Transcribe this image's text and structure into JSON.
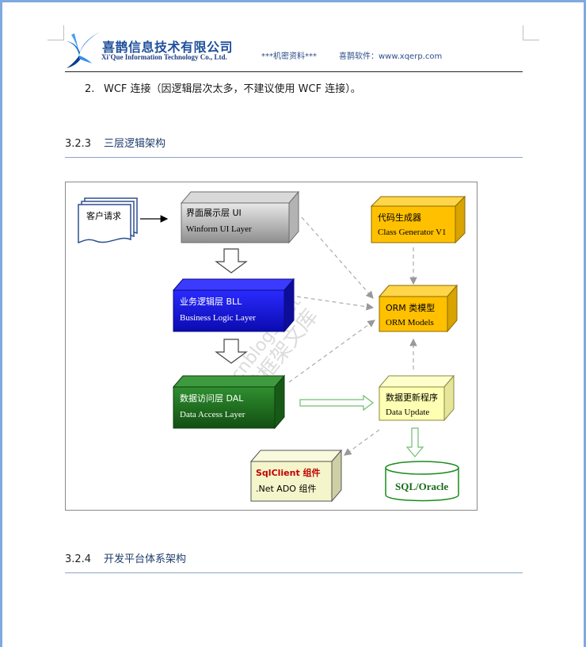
{
  "header": {
    "logo_cn": "喜鹊信息技术有限公司",
    "logo_en": "Xi'Que Information Technology Co., Ltd.",
    "secret": "***机密资料***",
    "site": "喜鹊软件：www.xqerp.com"
  },
  "list_item": {
    "number": "2.",
    "text": "WCF 连接（因逻辑层次太多，不建议使用 WCF 连接）。"
  },
  "sections": [
    {
      "number": "3.2.3",
      "title": "三层逻辑架构"
    },
    {
      "number": "3.2.4",
      "title": "开发平台体系架构"
    }
  ],
  "diagram": {
    "client_request": "客户请求",
    "ui_layer": {
      "cn": "界面展示层  UI",
      "en": "Winform UI Layer"
    },
    "bll_layer": {
      "cn": "业务逻辑层  BLL",
      "en": "Business Logic Layer"
    },
    "dal_layer": {
      "cn": "数据访问层  DAL",
      "en": "Data Access Layer"
    },
    "code_gen": {
      "cn": "代码生成器",
      "en": "Class Generator V1"
    },
    "orm": {
      "cn": "ORM 类模型",
      "en": "ORM Models"
    },
    "data_update": {
      "cn": "数据更新程序",
      "en": "Data Update"
    },
    "sqlclient": {
      "cn": "SqlClient 组件",
      "en": ".Net ADO 组件"
    },
    "database": "SQL/Oracle",
    "watermark_url": "www.cnblogs.net",
    "watermark_cn": "开发框架文库",
    "colors": {
      "ui": "#a6a6a6",
      "bll": "#1414d9",
      "dal": "#1b6e1b",
      "gold": "#ffc000",
      "pale": "#ffffb3",
      "ado": "#f5f5cc"
    }
  }
}
